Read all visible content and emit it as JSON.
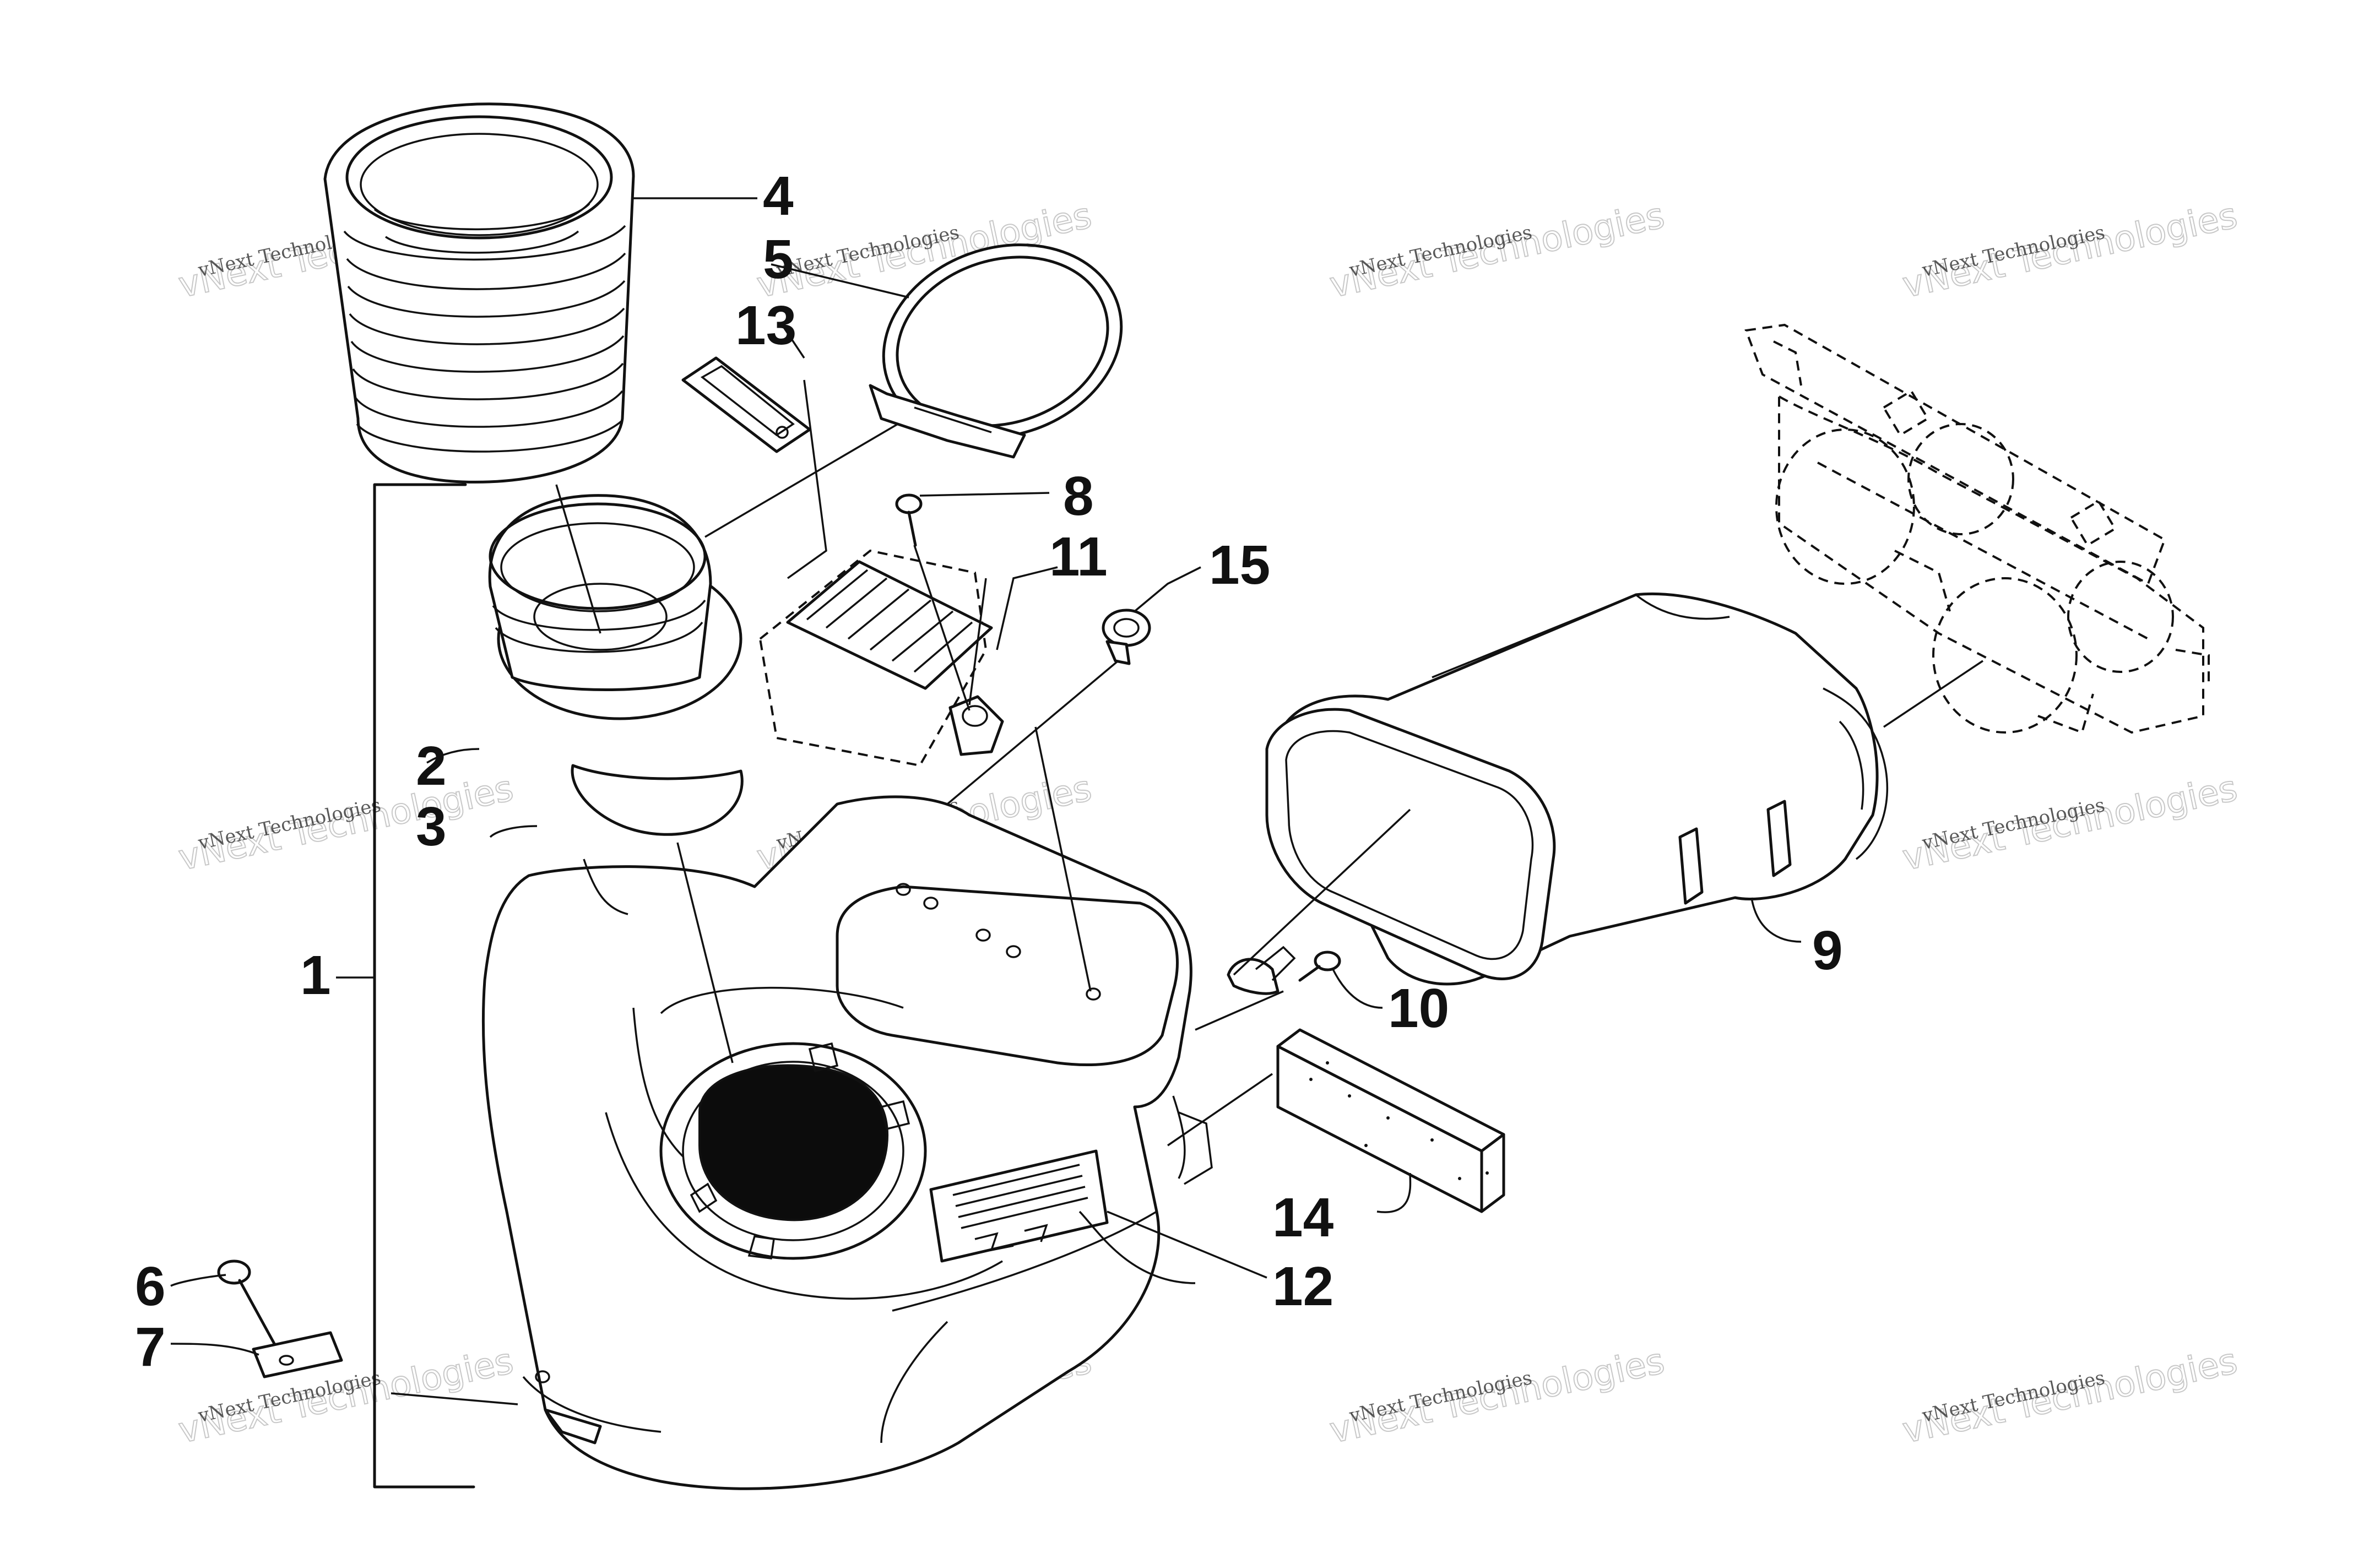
{
  "callouts": [
    {
      "id": "1",
      "label": "1"
    },
    {
      "id": "2",
      "label": "2"
    },
    {
      "id": "3",
      "label": "3"
    },
    {
      "id": "4",
      "label": "4"
    },
    {
      "id": "5",
      "label": "5"
    },
    {
      "id": "6",
      "label": "6"
    },
    {
      "id": "7",
      "label": "7"
    },
    {
      "id": "8",
      "label": "8"
    },
    {
      "id": "9",
      "label": "9"
    },
    {
      "id": "10",
      "label": "10"
    },
    {
      "id": "11",
      "label": "11"
    },
    {
      "id": "12",
      "label": "12"
    },
    {
      "id": "13",
      "label": "13"
    },
    {
      "id": "14",
      "label": "14"
    },
    {
      "id": "15",
      "label": "15"
    }
  ],
  "watermark": {
    "line1": "vNext Technologies",
    "line2": "vNext Technologies"
  }
}
